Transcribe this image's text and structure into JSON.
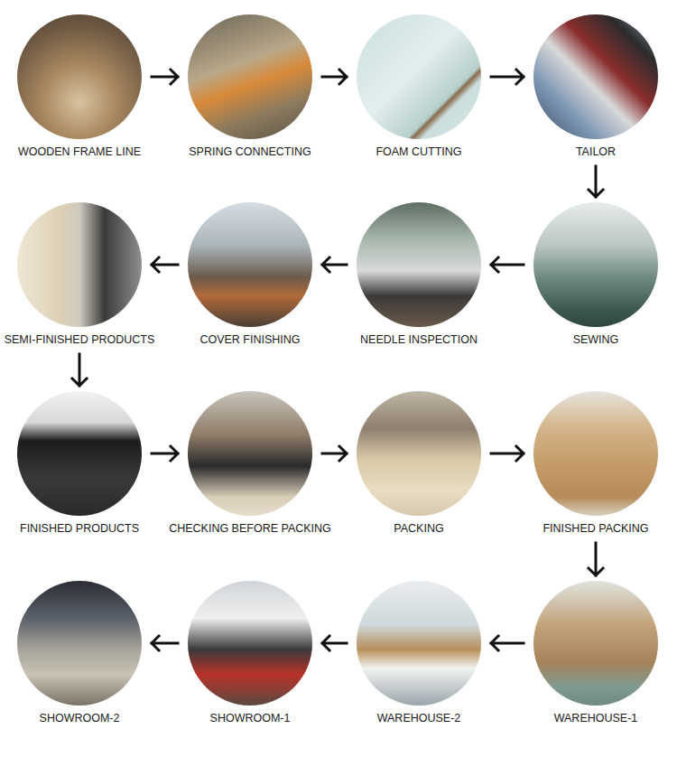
{
  "diagram": {
    "nodes": [
      {
        "text": [
          "WOODEN FRAME LINE"
        ]
      },
      {
        "text": [
          "SPRING CONNECTING"
        ]
      },
      {
        "text": [
          "FOAM CUTTING"
        ]
      },
      {
        "text": [
          "TAILOR"
        ]
      },
      {
        "text": [
          "SEMI-FINISHED PRODUCTS"
        ]
      },
      {
        "text": [
          "COVER FINISHING"
        ]
      },
      {
        "text": [
          "NEEDLE INSPECTION"
        ]
      },
      {
        "text": [
          "SEWING"
        ]
      },
      {
        "text": [
          "FINISHED PRODUCTS"
        ]
      },
      {
        "text": [
          "CHECKING BEFORE PACKING"
        ]
      },
      {
        "text": [
          "PACKING"
        ]
      },
      {
        "text": [
          "FINISHED PACKING"
        ]
      },
      {
        "text": [
          "SHOWROOM-2"
        ]
      },
      {
        "text": [
          "SHOWROOM-1"
        ]
      },
      {
        "text": [
          "WAREHOUSE-2"
        ]
      },
      {
        "text": [
          "WAREHOUSE-1"
        ]
      }
    ],
    "edges": [
      {
        "from": 0,
        "to": 1,
        "arrow": "to"
      },
      {
        "from": 1,
        "to": 2,
        "arrow": "to"
      },
      {
        "from": 2,
        "to": 3,
        "arrow": "to"
      },
      {
        "from": 3,
        "to": 7,
        "arrow": "to"
      },
      {
        "from": 7,
        "to": 6,
        "arrow": "to"
      },
      {
        "from": 6,
        "to": 5,
        "arrow": "to"
      },
      {
        "from": 5,
        "to": 4,
        "arrow": "to"
      },
      {
        "from": 4,
        "to": 8,
        "arrow": "to"
      },
      {
        "from": 8,
        "to": 9,
        "arrow": "to"
      },
      {
        "from": 9,
        "to": 10,
        "arrow": "to"
      },
      {
        "from": 10,
        "to": 11,
        "arrow": "to"
      },
      {
        "from": 11,
        "to": 15,
        "arrow": "to"
      },
      {
        "from": 15,
        "to": 14,
        "arrow": "to"
      },
      {
        "from": 14,
        "to": 13,
        "arrow": "to"
      },
      {
        "from": 13,
        "to": 12,
        "arrow": "to"
      }
    ]
  }
}
